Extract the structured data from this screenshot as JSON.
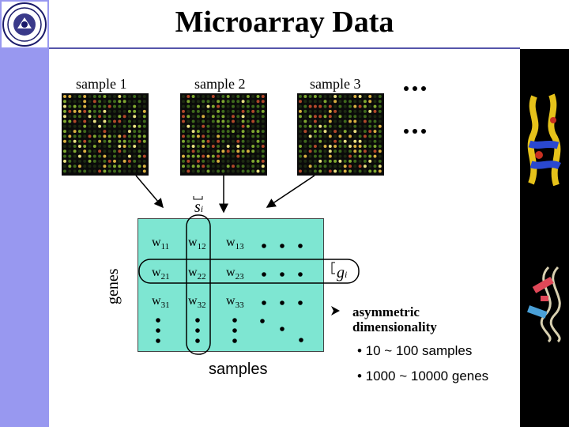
{
  "title": "Microarray Data",
  "samples": [
    "sample 1",
    "sample 2",
    "sample 3"
  ],
  "ellipsis": "...",
  "genes_label": "genes",
  "samples_label": "samples",
  "s_vector": "s",
  "s_sub": "i",
  "g_vector": "g",
  "g_sub": "i",
  "matrix": {
    "rows": [
      {
        "w": "w",
        "a": "11",
        "b": "12",
        "c": "13"
      },
      {
        "w": "w",
        "a": "21",
        "b": "22",
        "c": "23"
      },
      {
        "w": "w",
        "a": "31",
        "b": "32",
        "c": "33"
      }
    ]
  },
  "bullets": {
    "main": "asymmetric dimensionality",
    "main_line1": "asymmetric",
    "main_line2": "dimensionality",
    "sub1": "• 10 ~ 100 samples",
    "sub2": "• 1000 ~ 10000 genes"
  },
  "colors": {
    "left_bar": "#9898f0",
    "matrix_bg": "#7ee6d2"
  }
}
